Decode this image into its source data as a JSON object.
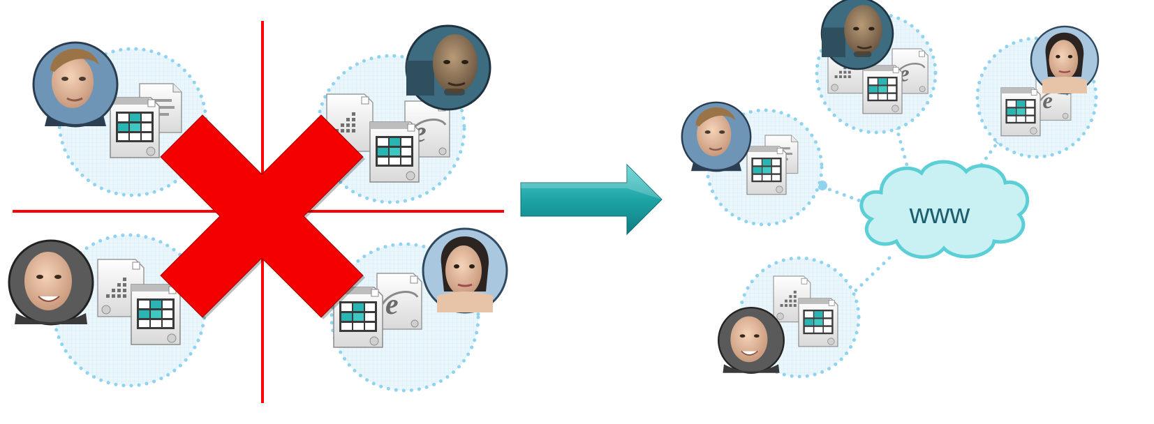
{
  "diagram": {
    "cloud_label": "www",
    "colors": {
      "bubble_fill": "#e8f6fb",
      "bubble_dots": "#8fd3ee",
      "cross_lines": "#ff0000",
      "x_mark": "#f20000",
      "arrow": "#1fa7a8",
      "cloud_fill": "#c9f0f2",
      "cloud_stroke": "#5ccfd6",
      "cloud_text": "#1d5f6e"
    },
    "icons": [
      "document-icon",
      "calendar-grid-icon",
      "chart-document-icon",
      "browser-e-icon"
    ],
    "people": [
      "person-young-man",
      "person-bald-man",
      "person-man-smiling",
      "person-woman"
    ]
  }
}
